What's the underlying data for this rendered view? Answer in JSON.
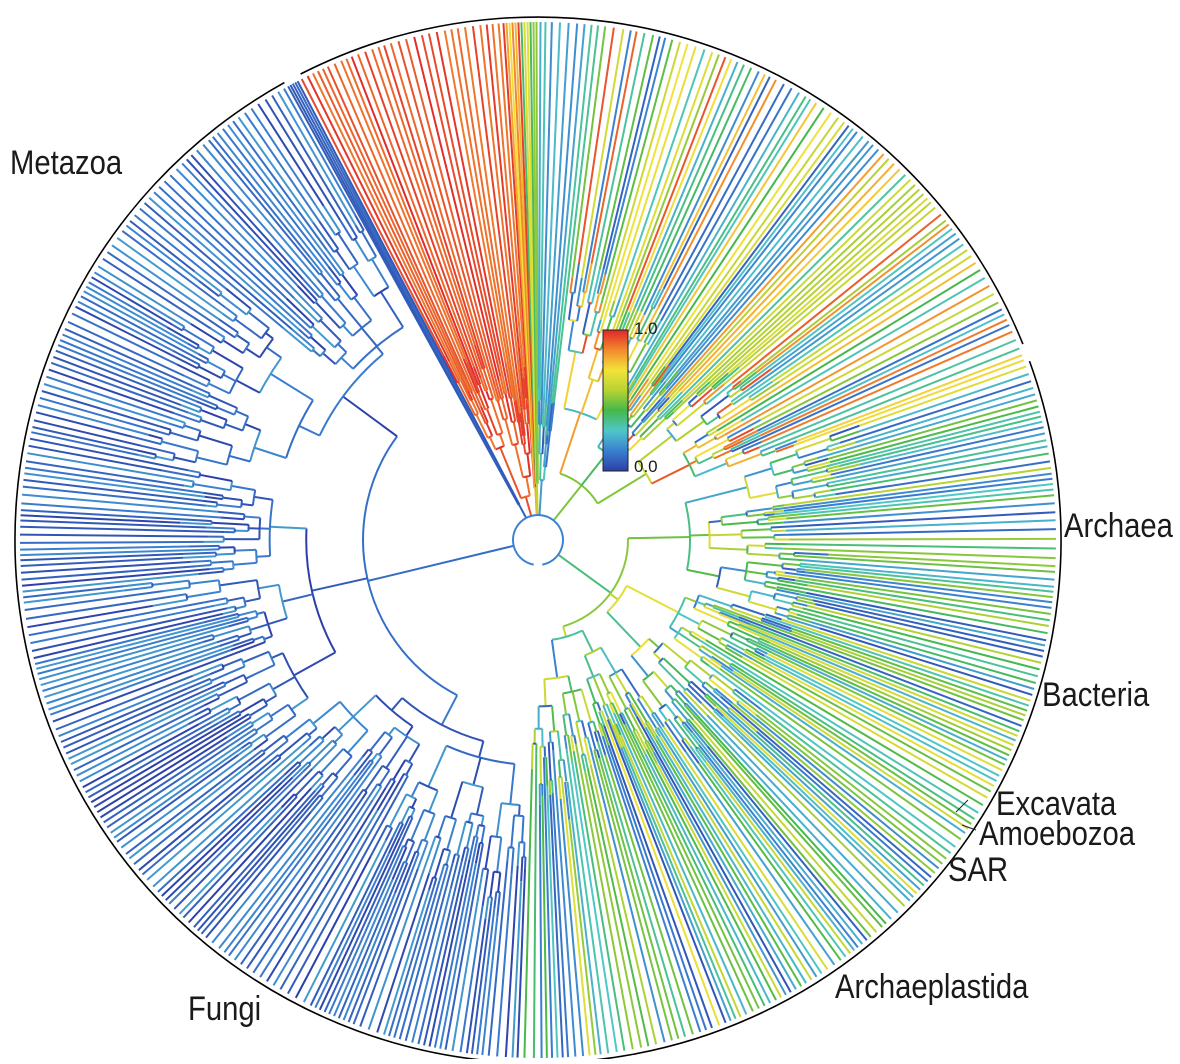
{
  "figure": {
    "clades": [
      {
        "id": "metazoa",
        "label": "Metazoa",
        "start_deg": 92,
        "end_deg": 241,
        "color_range": [
          0.0,
          0.2
        ]
      },
      {
        "id": "archaea",
        "label": "Archaea",
        "start_deg": 241,
        "end_deg": 242.5,
        "color_range": [
          0.05,
          0.1
        ]
      },
      {
        "id": "bacteria",
        "label": "Bacteria",
        "start_deg": 242.5,
        "end_deg": 266,
        "color_range": [
          0.88,
          1.0
        ]
      },
      {
        "id": "excavata",
        "label": "Excavata",
        "start_deg": 266,
        "end_deg": 268,
        "color_range": [
          0.6,
          1.0
        ]
      },
      {
        "id": "amoebozoa",
        "label": "Amoebozoa",
        "start_deg": 268,
        "end_deg": 270,
        "color_range": [
          0.3,
          0.9
        ]
      },
      {
        "id": "sar",
        "label": "SAR",
        "start_deg": 270,
        "end_deg": 277,
        "color_range": [
          0.05,
          0.35
        ]
      },
      {
        "id": "archaeplastida",
        "label": "Archaeplastida",
        "start_deg": 277,
        "end_deg": 340,
        "color_range": [
          0.05,
          0.95
        ]
      },
      {
        "id": "fungi",
        "label": "Fungi",
        "start_deg": 340,
        "end_deg": 452,
        "color_range": [
          0.05,
          0.7
        ]
      }
    ],
    "color_scale": {
      "max_label": "1.0",
      "min_label": "0.0",
      "stops": [
        "#2c3fa8",
        "#3a7fd0",
        "#4fc7c9",
        "#45b84a",
        "#b7d233",
        "#f2e33a",
        "#f28a2c",
        "#e0262c"
      ]
    },
    "outline_color": "#000000"
  }
}
